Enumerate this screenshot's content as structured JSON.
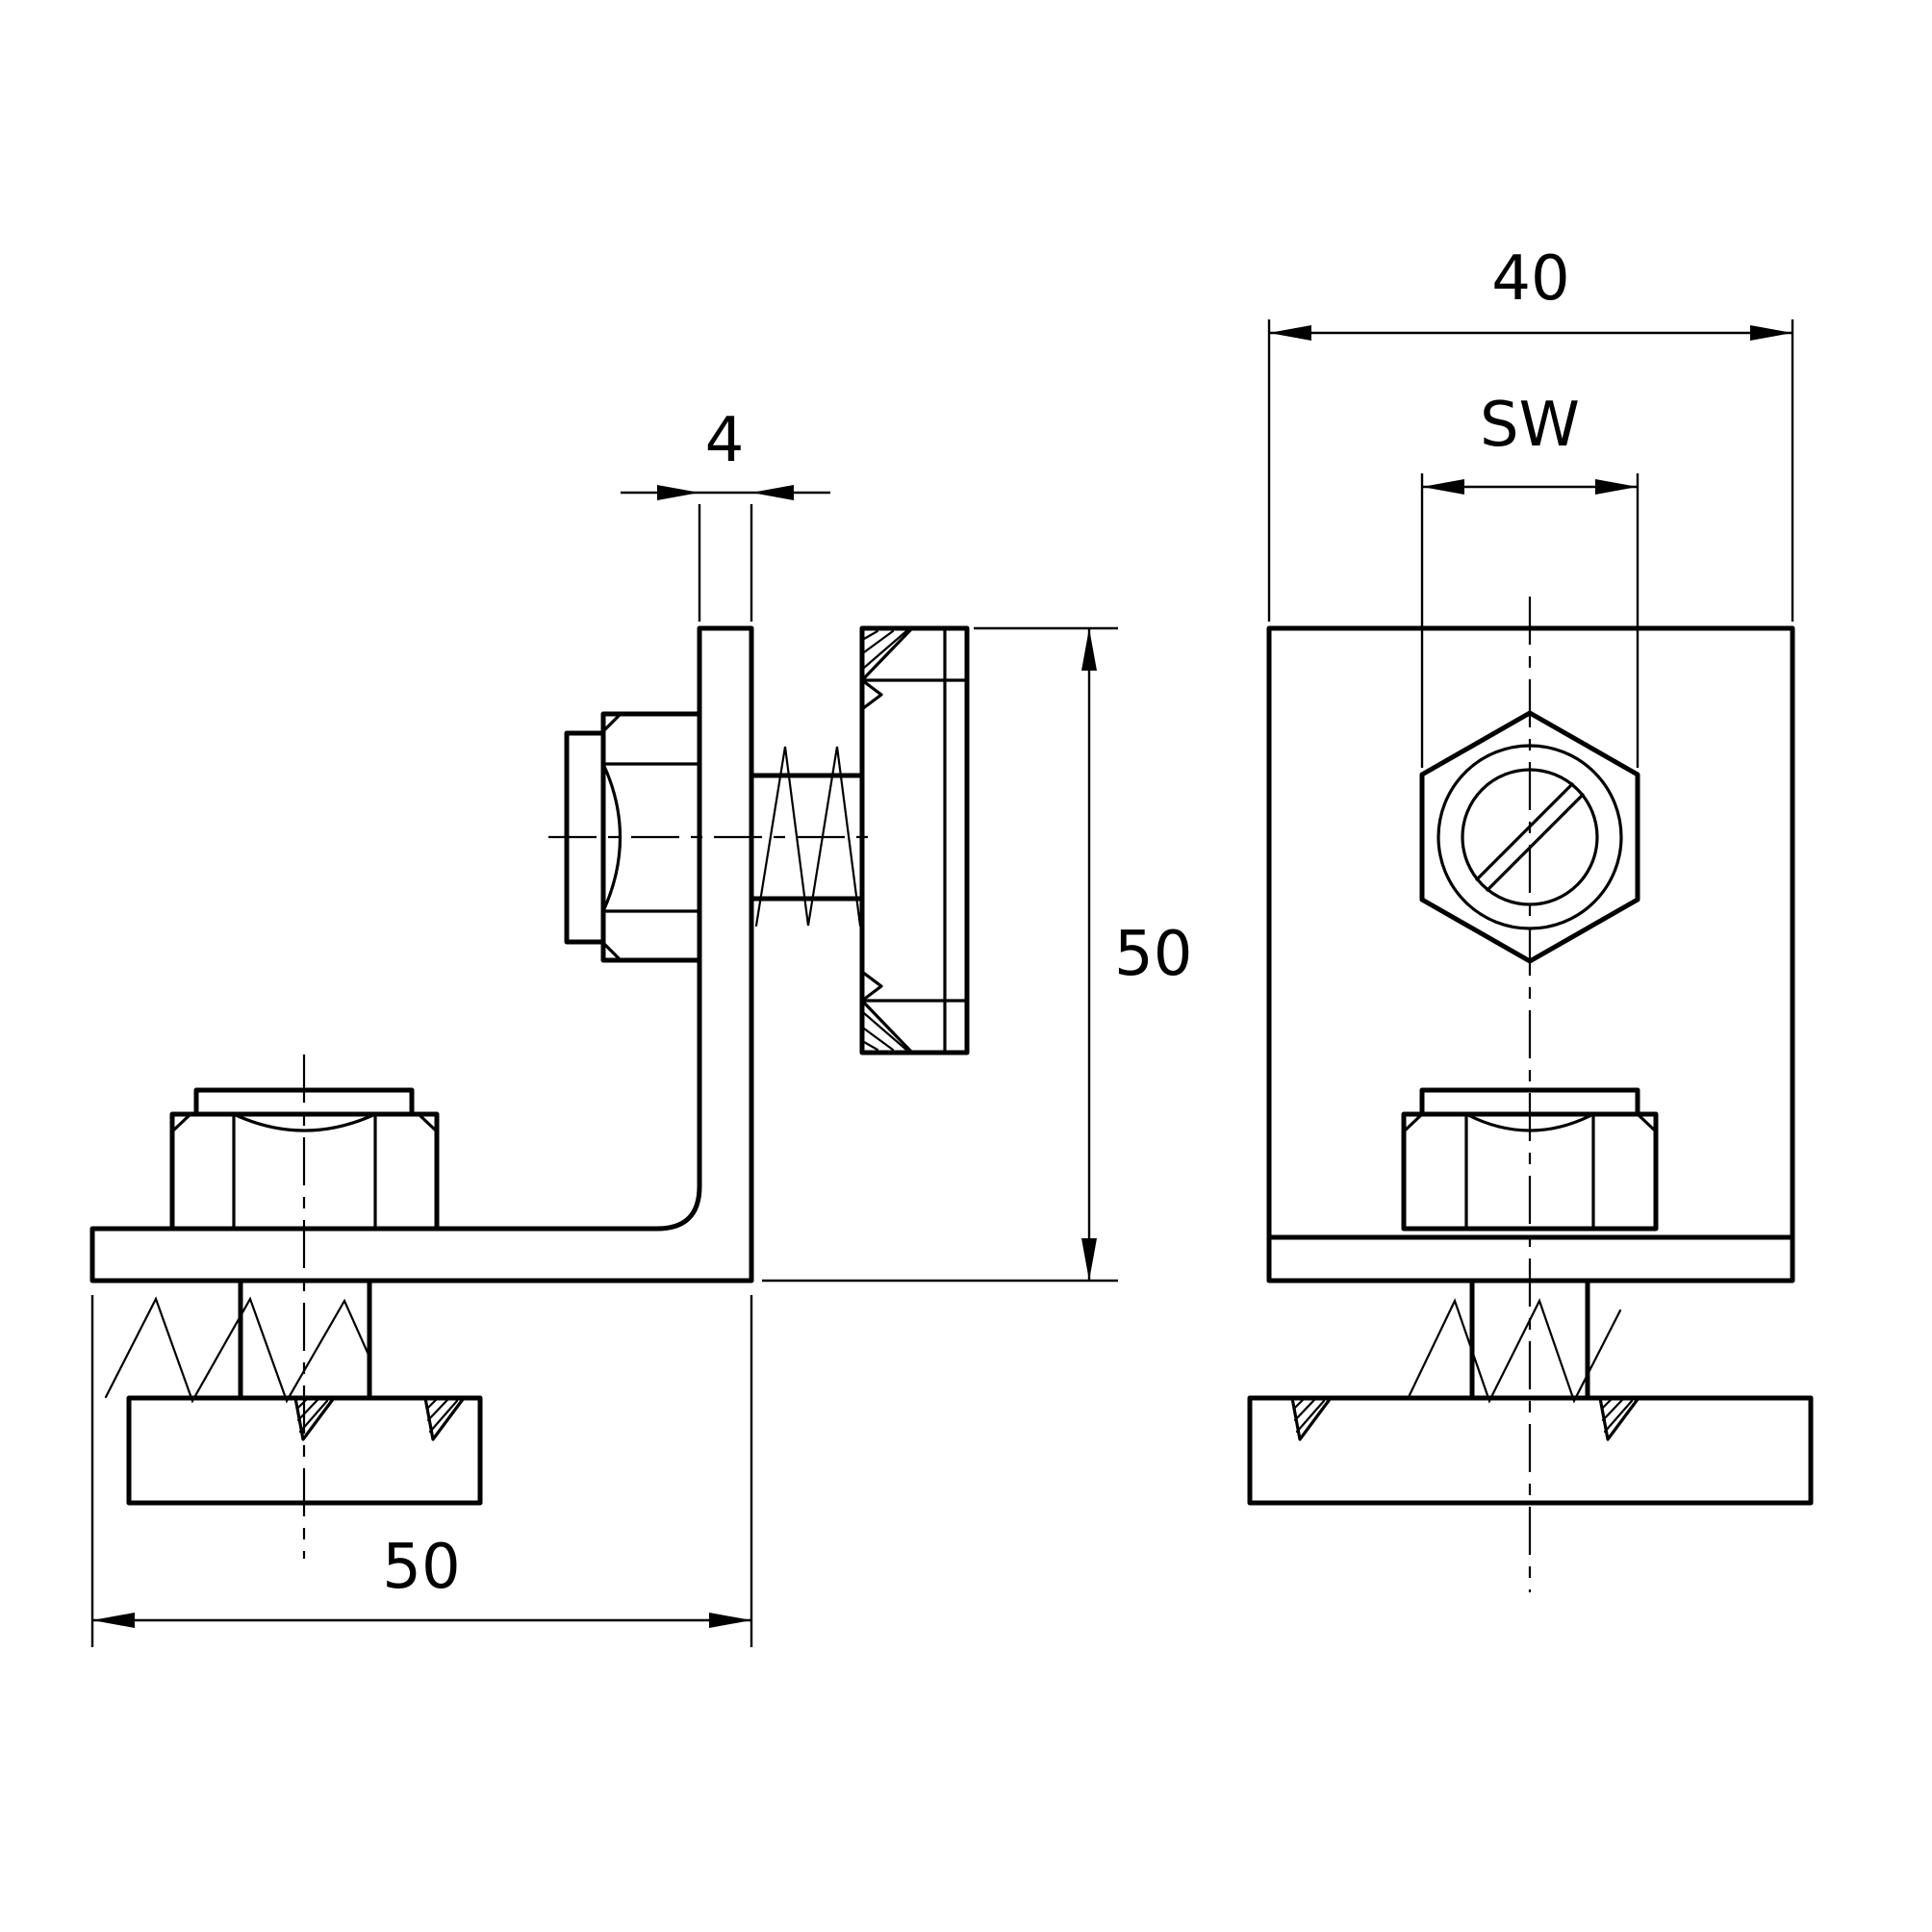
{
  "drawing": {
    "type": "technical-drawing",
    "background_color": "#ffffff",
    "line_color": "#000000",
    "views": {
      "side_view": "side view of angle bracket with hex bolt, spring and channel nuts",
      "front_view": "front view of bracket plate with hex nut and channel nut"
    },
    "dimensions": {
      "side_thickness": {
        "label": "4"
      },
      "side_height": {
        "label": "50"
      },
      "side_depth": {
        "label": "50"
      },
      "front_width": {
        "label": "40"
      },
      "front_across_flats": {
        "label": "SW"
      }
    }
  }
}
